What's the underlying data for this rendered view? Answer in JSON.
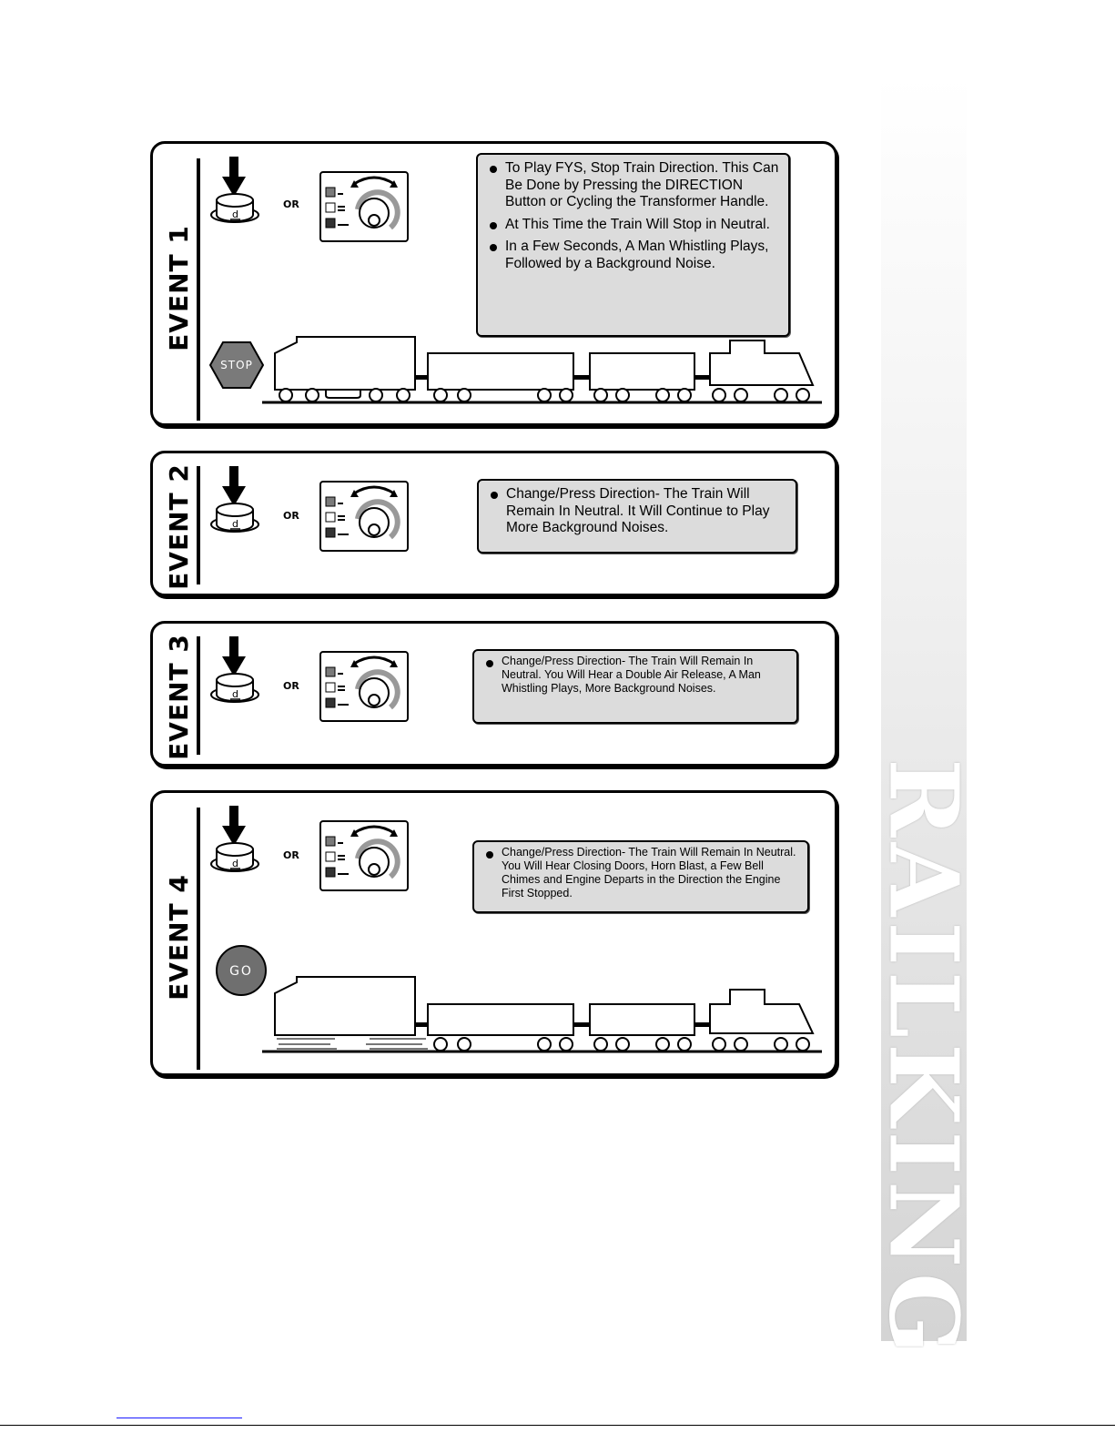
{
  "or_label": "OR",
  "button_letter": "d",
  "events": [
    {
      "label": "EVENT 1",
      "notes": [
        "To Play FYS, Stop Train Direction. This Can Be Done by Pressing the DIRECTION Button or Cycling the Transformer Handle.",
        "At This Time the Train Will Stop in Neutral.",
        "In a Few Seconds, A Man Whistling Plays, Followed by a Background Noise."
      ],
      "sign": "STOP",
      "sign_color": "#7a7a7a"
    },
    {
      "label": "EVENT 2",
      "notes": [
        "Change/Press Direction- The Train Will Remain In Neutral. It Will Continue to Play More Background Noises."
      ]
    },
    {
      "label": "EVENT 3",
      "notes": [
        "Change/Press Direction- The Train Will Remain In Neutral. You Will Hear a Double Air Release, A Man Whistling Plays, More Background Noises."
      ]
    },
    {
      "label": "EVENT 4",
      "notes": [
        "Change/Press Direction- The Train Will Remain In Neutral. You Will Hear Closing Doors, Horn Blast, a Few Bell Chimes and Engine Departs in the Direction the Engine First Stopped."
      ],
      "sign": "GO",
      "sign_color": "#6f6f6f"
    }
  ],
  "brand": "RAILKING",
  "note_color": "#dcdcdc",
  "icons": {
    "button": "direction-button-icon",
    "transformer": "transformer-handle-icon",
    "train": "train-icon"
  }
}
